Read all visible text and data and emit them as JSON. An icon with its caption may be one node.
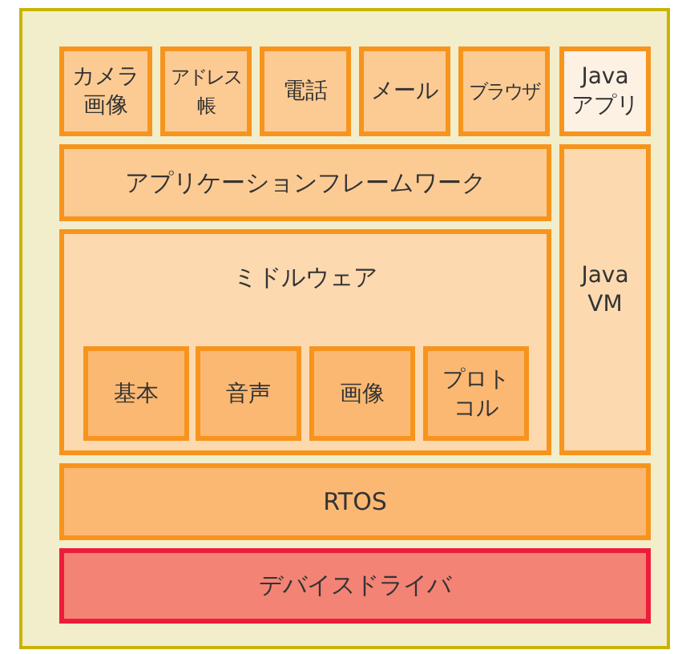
{
  "diagram": {
    "nodes": [
      {
        "text": [],
        "shape": "box"
      },
      {
        "text": [
          "カメラ画像"
        ],
        "in": 0
      },
      {
        "text": [
          "アドレス帳"
        ],
        "in": 0
      },
      {
        "text": [
          "電話"
        ],
        "in": 0
      },
      {
        "text": [
          "メール"
        ],
        "in": 0
      },
      {
        "text": [
          "ブラウザ"
        ],
        "in": 0
      },
      {
        "text": [
          "Java アプリ"
        ],
        "in": 0
      },
      {
        "text": [
          "アプリケーションフレームワーク"
        ],
        "in": 0
      },
      {
        "text": [
          "ミドルウェア"
        ],
        "in": 0
      },
      {
        "text": [
          "基本"
        ],
        "in": 8
      },
      {
        "text": [
          "音声"
        ],
        "in": 8
      },
      {
        "text": [
          "画像"
        ],
        "in": 8
      },
      {
        "text": [
          "プロトコル"
        ],
        "in": 8
      },
      {
        "text": [
          "Java VM"
        ],
        "in": 0
      },
      {
        "text": [
          "RTOS"
        ],
        "in": 0
      },
      {
        "text": [
          "デバイスドライバ"
        ],
        "in": 0
      }
    ],
    "edges": []
  }
}
